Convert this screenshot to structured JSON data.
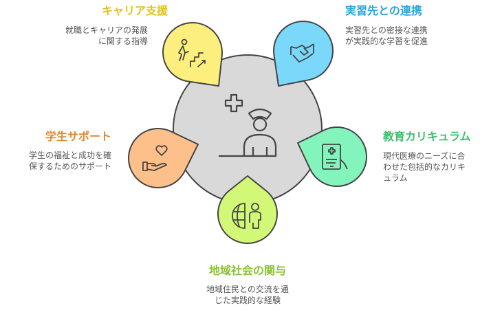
{
  "items": [
    {
      "title": "キャリア支援",
      "desc1": "就職とキャリアの発展",
      "desc2": "に関する指導",
      "color": "#fcef7d",
      "title_color": "#e2c21b",
      "icon": "stairs-climb-icon"
    },
    {
      "title": "実習先との連携",
      "desc1": "実習先との密接な連携",
      "desc2": "が実践的な学習を促進",
      "color": "#7ad8fb",
      "title_color": "#29a6dc",
      "icon": "handshake-icon"
    },
    {
      "title": "教育カリキュラム",
      "desc1": "現代医療のニーズに合",
      "desc2": "わせた包括的なカリキ",
      "desc3": "ュラム",
      "color": "#83f5bc",
      "title_color": "#3cbf6c",
      "icon": "medical-tablet-icon"
    },
    {
      "title": "地域社会の関与",
      "desc1": "地域住民との交流を通",
      "desc2": "じた実践的な経験",
      "color": "#d3f877",
      "title_color": "#8ac22e",
      "icon": "globe-person-icon"
    },
    {
      "title": "学生サポート",
      "desc1": "学生の福祉と成功を確",
      "desc2": "保するためのサポート",
      "color": "#fdc08a",
      "title_color": "#e4862f",
      "icon": "heart-hand-icon"
    }
  ],
  "center": {
    "color": "#d9d9d9",
    "icon": "nurse-medical-icon"
  }
}
